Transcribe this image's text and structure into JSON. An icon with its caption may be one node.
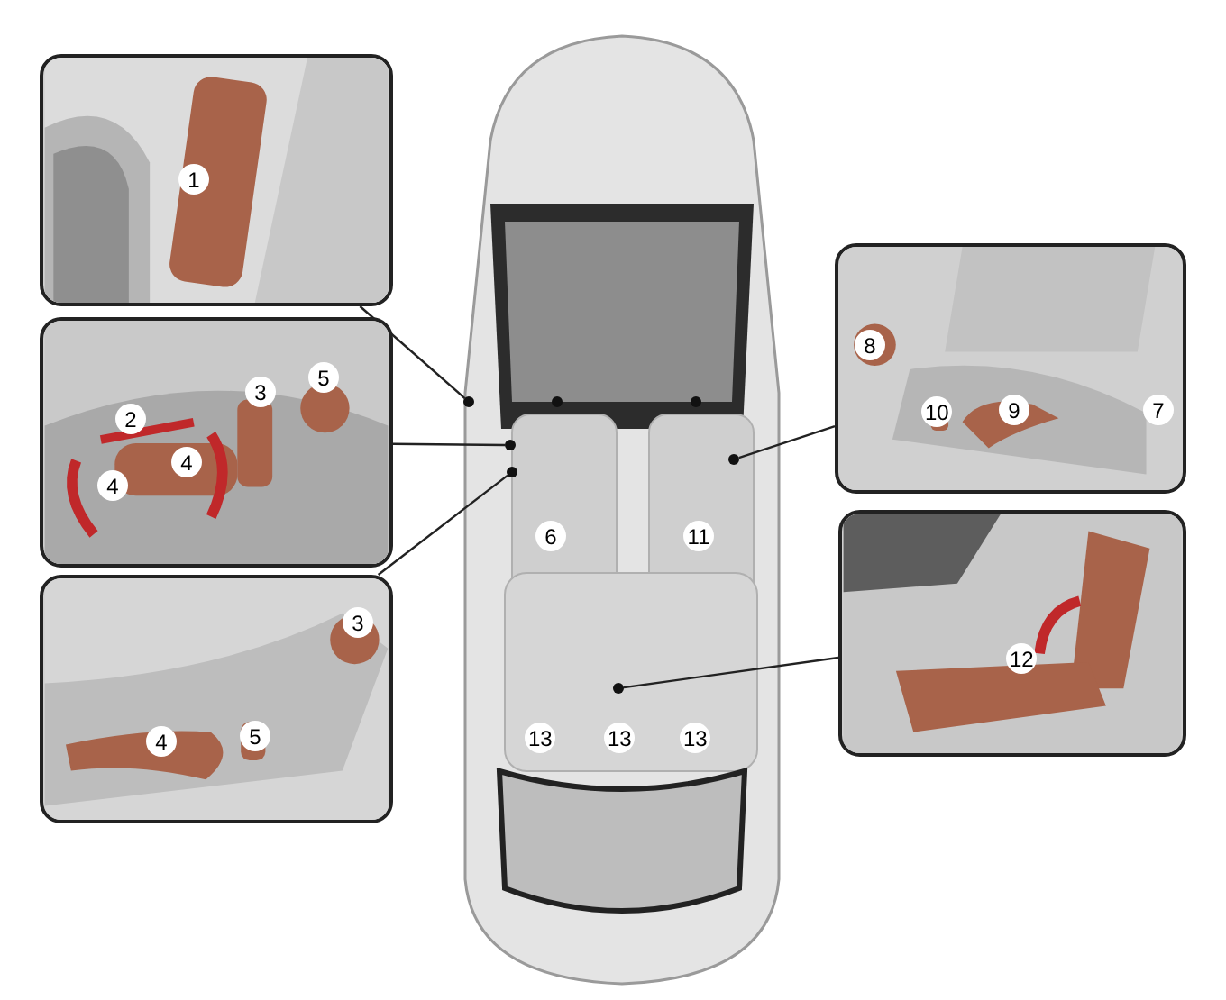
{
  "diagram": {
    "nodes": [
      {
        "text": [],
        "shape": "picture"
      },
      {
        "text": [],
        "shape": "picture"
      },
      {
        "text": [],
        "shape": "picture"
      },
      {
        "text": [],
        "shape": "picture"
      },
      {
        "text": [],
        "shape": "picture"
      },
      {
        "text": [],
        "shape": "picture"
      },
      {
        "text": [],
        "shape": "circle",
        "in": 0
      },
      {
        "text": [],
        "shape": "circle",
        "in": 0
      },
      {
        "text": [],
        "shape": "circle",
        "in": 0
      },
      {
        "text": [],
        "shape": "circle",
        "in": 0
      },
      {
        "text": [],
        "shape": "circle",
        "in": 0
      }
    ],
    "edges": [
      {
        "from": 1,
        "to": 6,
        "arrow": "none"
      },
      {
        "from": 2,
        "to": 7,
        "arrow": "none"
      },
      {
        "from": 3,
        "to": 8,
        "arrow": "none"
      },
      {
        "from": 4,
        "to": 9,
        "arrow": "none"
      },
      {
        "from": 5,
        "to": 10,
        "arrow": "none"
      }
    ],
    "labels": [
      "1",
      "2",
      "3",
      "5",
      "4",
      "4",
      "3",
      "4",
      "5",
      "8",
      "10",
      "9",
      "7",
      "12",
      "6",
      "11",
      "13",
      "13",
      "13"
    ]
  }
}
